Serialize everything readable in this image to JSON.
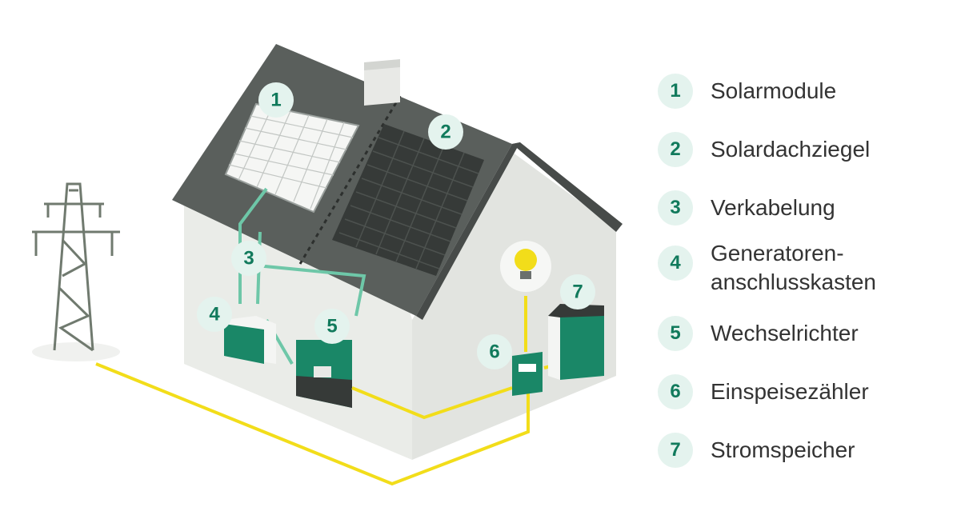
{
  "colors": {
    "accent": "#117a5c",
    "badge_bg": "#e4f3ee",
    "wire": "#f2dd1a",
    "roof": "#5a5f5c",
    "wall": "#eaece8",
    "pylon": "#707a6f"
  },
  "legend": [
    {
      "num": "1",
      "label": "Solarmodule"
    },
    {
      "num": "2",
      "label": "Solardachziegel"
    },
    {
      "num": "3",
      "label": "Verkabelung"
    },
    {
      "num": "4",
      "label": "Generatoren-\nanschlusskasten"
    },
    {
      "num": "5",
      "label": "Wechselrichter"
    },
    {
      "num": "6",
      "label": "Einspeisezähler"
    },
    {
      "num": "7",
      "label": "Stromspeicher"
    }
  ],
  "markers": [
    "1",
    "2",
    "3",
    "4",
    "5",
    "6",
    "7"
  ]
}
